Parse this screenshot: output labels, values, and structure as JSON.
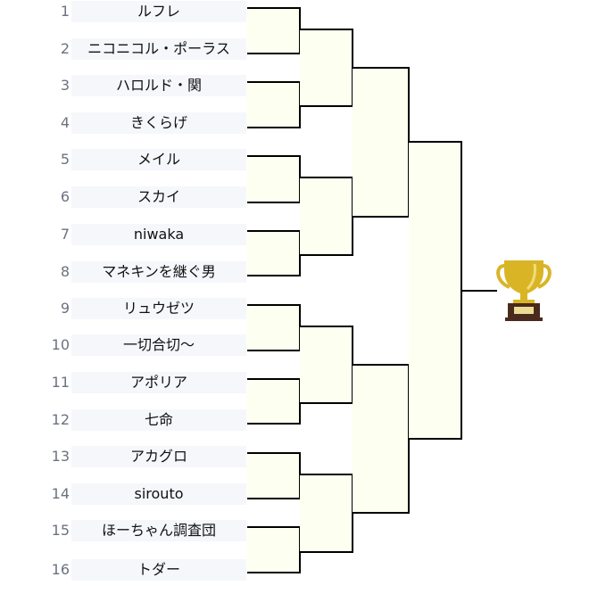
{
  "entrants": [
    {
      "seed": "1",
      "name": "ルフレ"
    },
    {
      "seed": "2",
      "name": "ニコニコル・ポーラス"
    },
    {
      "seed": "3",
      "name": "ハロルド・関"
    },
    {
      "seed": "4",
      "name": "きくらげ"
    },
    {
      "seed": "5",
      "name": "メイル"
    },
    {
      "seed": "6",
      "name": "スカイ"
    },
    {
      "seed": "7",
      "name": "niwaka"
    },
    {
      "seed": "8",
      "name": "マネキンを継ぐ男"
    },
    {
      "seed": "9",
      "name": "リュウゼツ"
    },
    {
      "seed": "10",
      "name": "一切合切〜"
    },
    {
      "seed": "11",
      "name": "アポリア"
    },
    {
      "seed": "12",
      "name": "七命"
    },
    {
      "seed": "13",
      "name": "アカグロ"
    },
    {
      "seed": "14",
      "name": "sirouto"
    },
    {
      "seed": "15",
      "name": "ほーちゃん調査団"
    },
    {
      "seed": "16",
      "name": "トダー"
    }
  ],
  "colors": {
    "bracket_fill": "#fdfff0",
    "name_bg": "#f5f7fb",
    "trophy_gold": "#d9b526",
    "trophy_base": "#4a2a1c"
  },
  "icons": {
    "trophy": "trophy-icon"
  }
}
